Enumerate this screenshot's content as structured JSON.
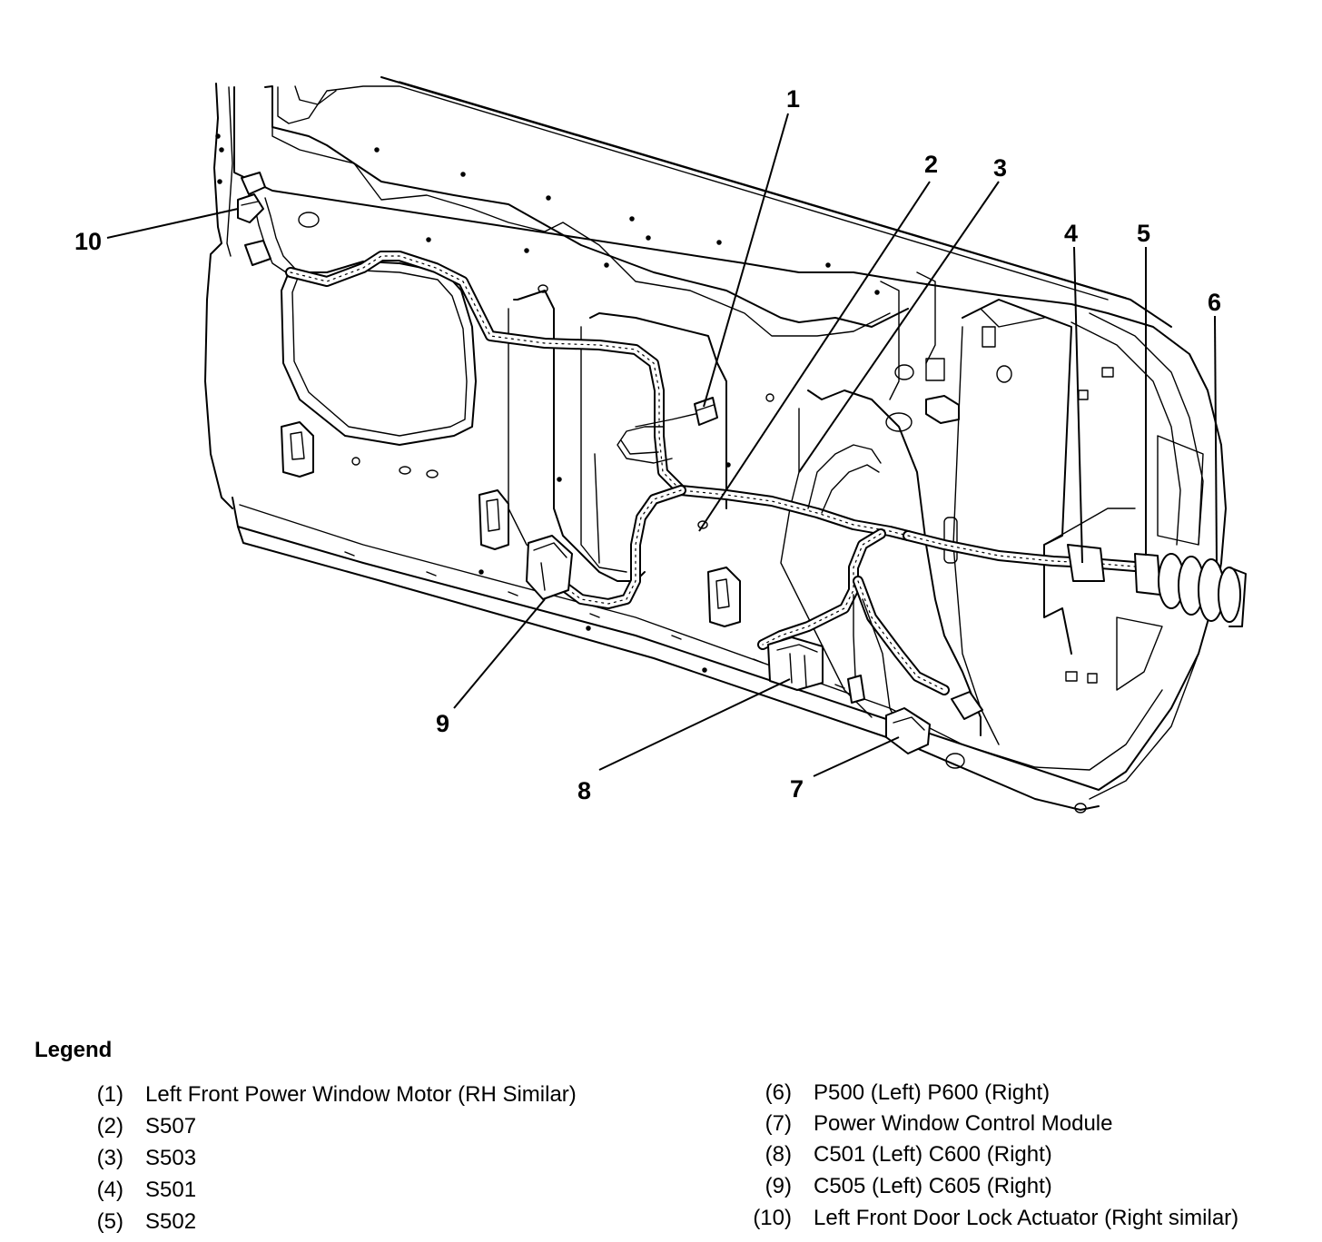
{
  "diagram": {
    "callouts": [
      "1",
      "2",
      "3",
      "4",
      "5",
      "6",
      "7",
      "8",
      "9",
      "10"
    ]
  },
  "legend": {
    "title": "Legend",
    "items": [
      {
        "num": "(1)",
        "text": "Left Front Power Window Motor (RH Similar)"
      },
      {
        "num": "(2)",
        "text": "S507"
      },
      {
        "num": "(3)",
        "text": "S503"
      },
      {
        "num": "(4)",
        "text": "S501"
      },
      {
        "num": "(5)",
        "text": "S502"
      },
      {
        "num": "(6)",
        "text": "P500 (Left) P600 (Right)"
      },
      {
        "num": "(7)",
        "text": "Power Window Control Module"
      },
      {
        "num": "(8)",
        "text": "C501 (Left) C600 (Right)"
      },
      {
        "num": "(9)",
        "text": "C505 (Left) C605 (Right)"
      },
      {
        "num": "(10)",
        "text": "Left Front Door Lock Actuator (Right similar)"
      }
    ]
  }
}
